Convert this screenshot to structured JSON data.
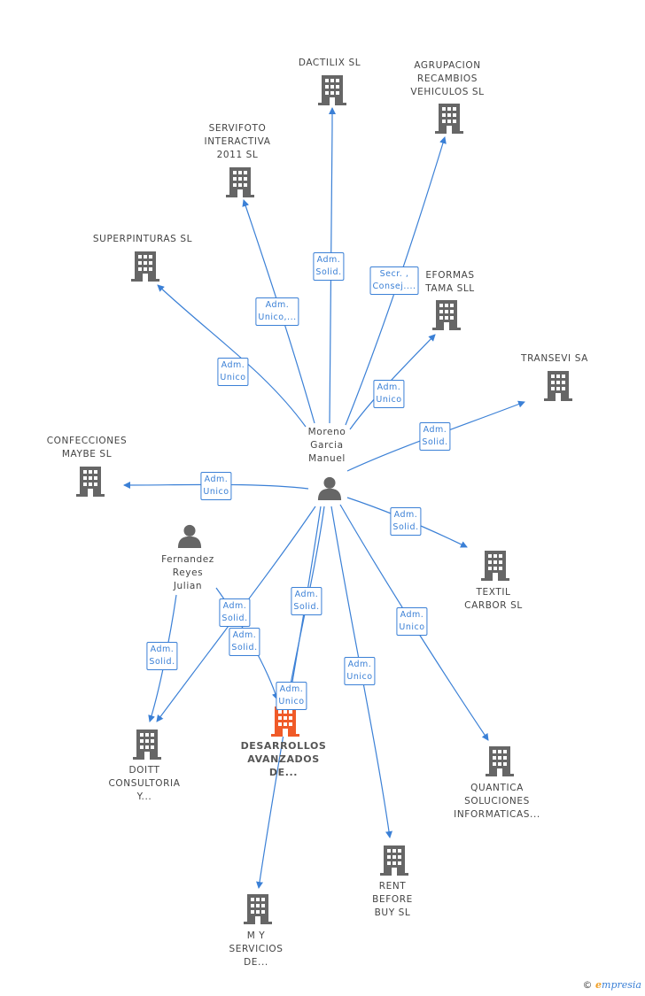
{
  "colors": {
    "edge": "#3b80d6",
    "icon": "#666666",
    "center": "#f05a28"
  },
  "nodes": [
    {
      "id": "dactilix",
      "label": "DACTILIX SL",
      "icon": "building-icon"
    },
    {
      "id": "agrupacion",
      "label": "AGRUPACION\nRECAMBIOS\nVEHICULOS  SL",
      "icon": "building-icon"
    },
    {
      "id": "servifoto",
      "label": "SERVIFOTO\nINTERACTIVA\n2011 SL",
      "icon": "building-icon"
    },
    {
      "id": "superpinturas",
      "label": "SUPERPINTURAS SL",
      "icon": "building-icon"
    },
    {
      "id": "reformas",
      "label": "EFORMAS\nTAMA SLL",
      "icon": "building-icon"
    },
    {
      "id": "transevi",
      "label": "TRANSEVI SA",
      "icon": "building-icon"
    },
    {
      "id": "confecciones",
      "label": "CONFECCIONES\nMAYBE SL",
      "icon": "building-icon"
    },
    {
      "id": "moreno",
      "label": "Moreno\nGarcia\nManuel",
      "icon": "person-icon"
    },
    {
      "id": "fernandez",
      "label": "Fernandez\nReyes\nJulian",
      "icon": "person-icon"
    },
    {
      "id": "textil",
      "label": "TEXTIL\nCARBOR SL",
      "icon": "building-icon"
    },
    {
      "id": "doitt",
      "label": "DOITT\nCONSULTORIA\nY...",
      "icon": "building-icon"
    },
    {
      "id": "desarrollos",
      "label": "DESARROLLOS\nAVANZADOS\nDE...",
      "icon": "building-icon",
      "center": true
    },
    {
      "id": "quantica",
      "label": "QUANTICA\nSOLUCIONES\nINFORMATICAS...",
      "icon": "building-icon"
    },
    {
      "id": "rent",
      "label": "RENT\nBEFORE\nBUY SL",
      "icon": "building-icon"
    },
    {
      "id": "my",
      "label": "M Y\nSERVICIOS\nDE...",
      "icon": "building-icon"
    }
  ],
  "edges": [
    {
      "from": "moreno",
      "to": "dactilix",
      "label": "Adm.\nSolid."
    },
    {
      "from": "moreno",
      "to": "agrupacion",
      "label": "Secr. ,\nConsej...."
    },
    {
      "from": "moreno",
      "to": "servifoto",
      "label": "Adm.\nUnico,..."
    },
    {
      "from": "moreno",
      "to": "superpinturas",
      "label": "Adm.\nUnico"
    },
    {
      "from": "moreno",
      "to": "reformas",
      "label": "Adm.\nUnico"
    },
    {
      "from": "moreno",
      "to": "transevi",
      "label": "Adm.\nSolid."
    },
    {
      "from": "moreno",
      "to": "confecciones",
      "label": "Adm.\nUnico"
    },
    {
      "from": "moreno",
      "to": "textil",
      "label": "Adm.\nSolid."
    },
    {
      "from": "moreno",
      "to": "quantica",
      "label": "Adm.\nUnico"
    },
    {
      "from": "moreno",
      "to": "rent",
      "label": "Adm.\nUnico"
    },
    {
      "from": "moreno",
      "to": "desarrollos",
      "label": "Adm.\nSolid."
    },
    {
      "from": "moreno",
      "to": "doitt",
      "label": "Adm.\nSolid."
    },
    {
      "from": "moreno",
      "to": "my",
      "label": "Adm.\nUnico"
    },
    {
      "from": "fernandez",
      "to": "doitt",
      "label": "Adm.\nSolid."
    },
    {
      "from": "fernandez",
      "to": "desarrollos",
      "label": "Adm.\nSolid."
    }
  ],
  "footer": {
    "copyright": "©",
    "brand_initial": "e",
    "brand_rest": "mpresia"
  }
}
